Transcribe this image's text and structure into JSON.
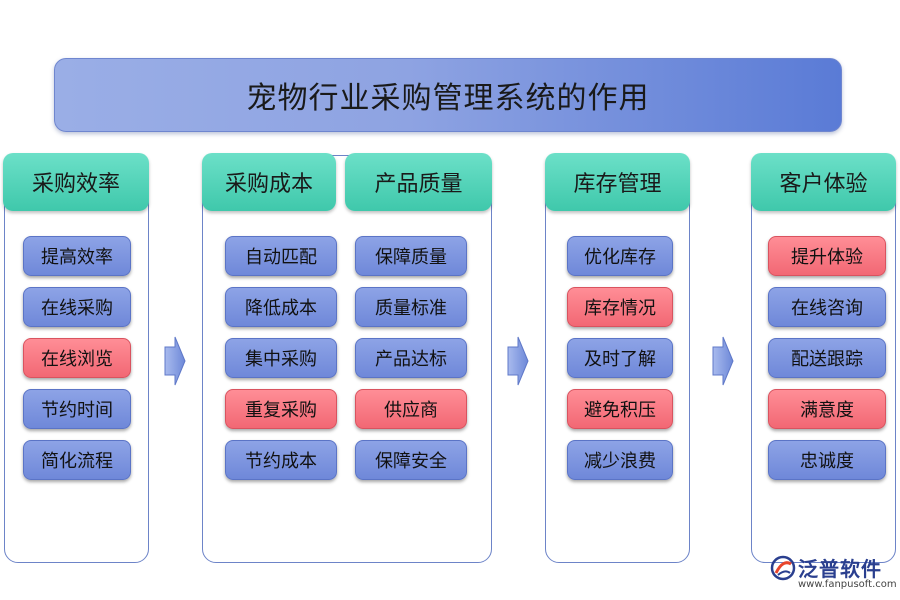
{
  "title": "宠物行业采购管理系统的作用",
  "columns": [
    {
      "header": "采购效率",
      "items": [
        {
          "label": "提高效率",
          "highlight": false
        },
        {
          "label": "在线采购",
          "highlight": false
        },
        {
          "label": "在线浏览",
          "highlight": true
        },
        {
          "label": "节约时间",
          "highlight": false
        },
        {
          "label": "简化流程",
          "highlight": false
        }
      ]
    },
    {
      "header": "采购成本",
      "items": [
        {
          "label": "自动匹配",
          "highlight": false
        },
        {
          "label": "降低成本",
          "highlight": false
        },
        {
          "label": "集中采购",
          "highlight": false
        },
        {
          "label": "重复采购",
          "highlight": true
        },
        {
          "label": "节约成本",
          "highlight": false
        }
      ]
    },
    {
      "header": "产品质量",
      "items": [
        {
          "label": "保障质量",
          "highlight": false
        },
        {
          "label": "质量标准",
          "highlight": false
        },
        {
          "label": "产品达标",
          "highlight": false
        },
        {
          "label": "供应商",
          "highlight": true
        },
        {
          "label": "保障安全",
          "highlight": false
        }
      ]
    },
    {
      "header": "库存管理",
      "items": [
        {
          "label": "优化库存",
          "highlight": false
        },
        {
          "label": "库存情况",
          "highlight": true
        },
        {
          "label": "及时了解",
          "highlight": false
        },
        {
          "label": "避免积压",
          "highlight": true
        },
        {
          "label": "减少浪费",
          "highlight": false
        }
      ]
    },
    {
      "header": "客户体验",
      "items": [
        {
          "label": "提升体验",
          "highlight": true
        },
        {
          "label": "在线咨询",
          "highlight": false
        },
        {
          "label": "配送跟踪",
          "highlight": false
        },
        {
          "label": "满意度",
          "highlight": true
        },
        {
          "label": "忠诚度",
          "highlight": false
        }
      ]
    }
  ],
  "logo": {
    "name": "泛普软件",
    "url": "www.fanpusoft.com"
  },
  "colors": {
    "header": "#45cbb0",
    "item": "#7890dd",
    "highlight": "#f77480",
    "banner": "#7f97e0"
  }
}
